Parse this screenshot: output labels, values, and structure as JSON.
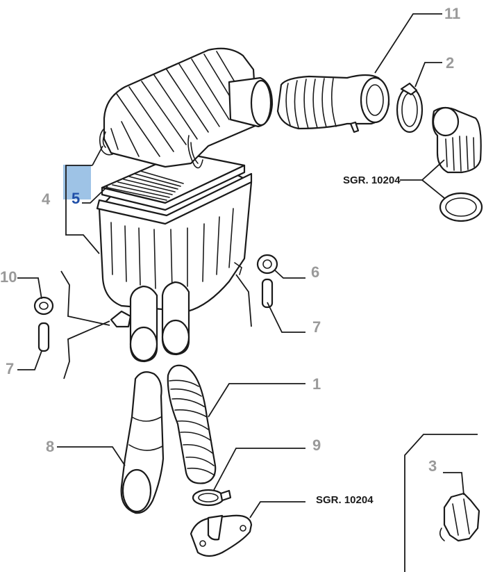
{
  "callouts": {
    "c1": "1",
    "c2": "2",
    "c3": "3",
    "c4": "4",
    "c5": "5",
    "c6": "6",
    "c7a": "7",
    "c7b": "7",
    "c8": "8",
    "c9": "9",
    "c10": "10",
    "c11": "11"
  },
  "refs": {
    "upper": "SGR. 10204",
    "lower": "SGR. 10204"
  },
  "highlight": {
    "callout": "5",
    "color": "#9ec3e6"
  }
}
